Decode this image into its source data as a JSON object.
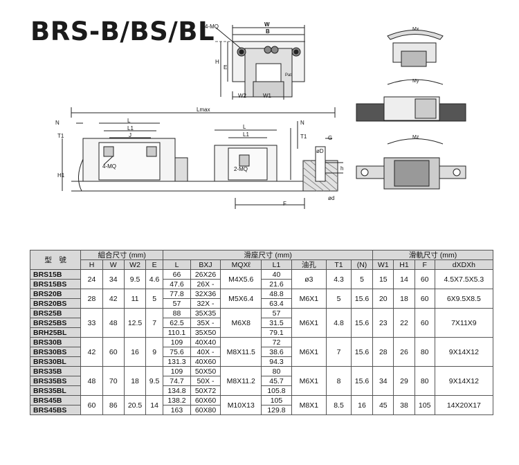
{
  "title": "BRS-B/BS/BL",
  "drawing_labels": {
    "top_view": {
      "mq": "4-MQ",
      "w": "W",
      "b": "B",
      "h": "H",
      "pat": "Pat.",
      "w2": "W2",
      "w1": "W1",
      "e": "E"
    },
    "side_view": {
      "lmax": "Lmax",
      "n": "N",
      "t1": "T1",
      "l": "L",
      "l1": "L1",
      "j": "J",
      "mq": "4-MQ",
      "h1": "H1"
    },
    "short_view": {
      "l": "L",
      "l1": "L1",
      "n": "N",
      "t1": "T1",
      "mq": "2-MQ",
      "f": "F"
    },
    "rail": {
      "g": "G",
      "phiD": "øD",
      "h": "h",
      "phid": "ød"
    },
    "moments": {
      "mx": "Mx",
      "my": "My",
      "mz": "Mz"
    }
  },
  "table": {
    "model_header": "型　號",
    "group_headers": {
      "assembly": "組合尺寸 (mm)",
      "block": "滑座尺寸 (mm)",
      "rail": "滑軌尺寸 (mm)"
    },
    "column_headers": [
      "H",
      "W",
      "W2",
      "E",
      "L",
      "BXJ",
      "MQXℓ",
      "L1",
      "油孔",
      "T1",
      "(N)",
      "W1",
      "H1",
      "F",
      "dXDXh"
    ],
    "groups": [
      {
        "models": [
          "BRS15B",
          "BRS15BS"
        ],
        "H": "24",
        "W": "34",
        "W2": "9.5",
        "E": "4.6",
        "L": [
          "66",
          "47.6"
        ],
        "BXJ": [
          "26X26",
          "26X -"
        ],
        "MQ": "M4X5.6",
        "L1": [
          "40",
          "21.6"
        ],
        "oil": "ø3",
        "T1": "4.3",
        "N": "5",
        "W1": "15",
        "H1": "14",
        "F": "60",
        "dDh": "4.5X7.5X5.3"
      },
      {
        "models": [
          "BRS20B",
          "BRS20BS"
        ],
        "H": "28",
        "W": "42",
        "W2": "11",
        "E": "5",
        "L": [
          "77.8",
          "57"
        ],
        "BXJ": [
          "32X36",
          "32X -"
        ],
        "MQ": "M5X6.4",
        "L1": [
          "48.8",
          "63.4"
        ],
        "oil": "M6X1",
        "T1": "5",
        "N": "15.6",
        "W1": "20",
        "H1": "18",
        "F": "60",
        "dDh": "6X9.5X8.5"
      },
      {
        "models": [
          "BRS25B",
          "BRS25BS",
          "BRH25BL"
        ],
        "H": "33",
        "W": "48",
        "W2": "12.5",
        "E": "7",
        "L": [
          "88",
          "62.5",
          "110.1"
        ],
        "BXJ": [
          "35X35",
          "35X -",
          "35X50"
        ],
        "MQ": "M6X8",
        "L1": [
          "57",
          "31.5",
          "79.1"
        ],
        "oil": "M6X1",
        "T1": "4.8",
        "N": "15.6",
        "W1": "23",
        "H1": "22",
        "F": "60",
        "dDh": "7X11X9"
      },
      {
        "models": [
          "BRS30B",
          "BRS30BS",
          "BRS30BL"
        ],
        "H": "42",
        "W": "60",
        "W2": "16",
        "E": "9",
        "L": [
          "109",
          "75.6",
          "131.3"
        ],
        "BXJ": [
          "40X40",
          "40X -",
          "40X60"
        ],
        "MQ": "M8X11.5",
        "L1": [
          "72",
          "38.6",
          "94.3"
        ],
        "oil": "M6X1",
        "T1": "7",
        "N": "15.6",
        "W1": "28",
        "H1": "26",
        "F": "80",
        "dDh": "9X14X12"
      },
      {
        "models": [
          "BRS35B",
          "BRS35BS",
          "BRS35BL"
        ],
        "H": "48",
        "W": "70",
        "W2": "18",
        "E": "9.5",
        "L": [
          "109",
          "74.7",
          "134.8"
        ],
        "BXJ": [
          "50X50",
          "50X -",
          "50X72"
        ],
        "MQ": "M8X11.2",
        "L1": [
          "80",
          "45.7",
          "105.8"
        ],
        "oil": "M6X1",
        "T1": "8",
        "N": "15.6",
        "W1": "34",
        "H1": "29",
        "F": "80",
        "dDh": "9X14X12"
      },
      {
        "models": [
          "BRS45B",
          "BRS45BS"
        ],
        "H": "60",
        "W": "86",
        "W2": "20.5",
        "E": "14",
        "L": [
          "138.2",
          "163"
        ],
        "BXJ": [
          "60X60",
          "60X80"
        ],
        "MQ": "M10X13",
        "L1": [
          "105",
          "129.8"
        ],
        "oil": "M8X1",
        "T1": "8.5",
        "N": "16",
        "W1": "45",
        "H1": "38",
        "F": "105",
        "dDh": "14X20X17"
      }
    ]
  }
}
